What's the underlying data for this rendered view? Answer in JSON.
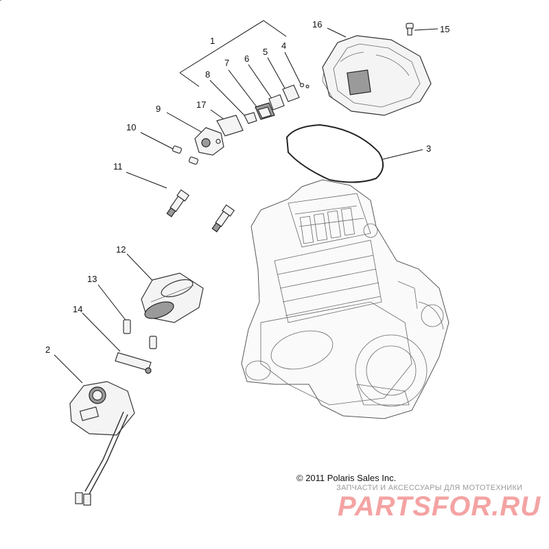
{
  "callouts": {
    "c1": "1",
    "c2": "2",
    "c3": "3",
    "c4": "4",
    "c5": "5",
    "c6": "6",
    "c7": "7",
    "c8": "8",
    "c9": "9",
    "c10": "10",
    "c11": "11",
    "c12": "12",
    "c13": "13",
    "c14": "14",
    "c15": "15",
    "c16": "16",
    "c17": "17"
  },
  "copyright": "© 2011 Polaris Sales Inc.",
  "watermark": {
    "subtitle": "ЗАПЧАСТИ И АКСЕССУАРЫ ДЛЯ МОТОТЕХНИКИ",
    "logo_text": "PARTSFOR.RU",
    "logo_color": "#f4a3a3"
  }
}
